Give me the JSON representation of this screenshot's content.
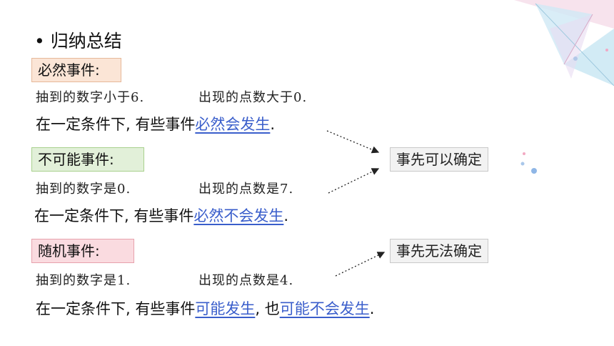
{
  "title": "• 归纳总结",
  "sections": [
    {
      "tag": "必然事件:",
      "example_a": "抽到的数字小于6.",
      "example_b": "出现的点数大于0.",
      "sum_prefix": "在一定条件下, 有些事件",
      "sum_u1": "必然会发生",
      "sum_mid": "",
      "sum_u2": "",
      "sum_end": "."
    },
    {
      "tag": "不可能事件:",
      "example_a": "抽到的数字是0.",
      "example_b": "出现的点数是7.",
      "sum_prefix": "在一定条件下, 有些事件",
      "sum_u1": "必然不会发生",
      "sum_mid": "",
      "sum_u2": "",
      "sum_end": "."
    },
    {
      "tag": "随机事件:",
      "example_a": "抽到的数字是1.",
      "example_b": "出现的点数是4.",
      "sum_prefix": "在一定条件下, 有些事件",
      "sum_u1": "可能发生",
      "sum_mid": ", 也",
      "sum_u2": "可能不会发生",
      "sum_end": "."
    }
  ],
  "boxes": {
    "certain": "事先可以确定",
    "uncertain": "事先无法确定"
  },
  "colors": {
    "link": "#3a5ecb",
    "certain_bg": "#fbe5d6",
    "impossible_bg": "#e2f0d9",
    "random_bg": "#fadbe0"
  }
}
